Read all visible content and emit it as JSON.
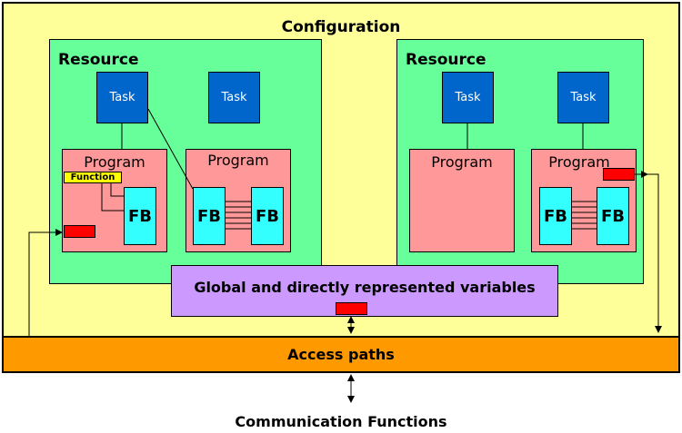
{
  "diagram": {
    "configuration_label": "Configuration",
    "resource_label": "Resource",
    "task_label": "Task",
    "program_label": "Program",
    "function_label": "Function",
    "fb_label": "FB",
    "global_label": "Global and directly represented variables",
    "access_label": "Access paths",
    "communication_label": "Communication Functions"
  },
  "colors": {
    "configuration": "#ffff99",
    "resource": "#66ff99",
    "task": "#0066cc",
    "program": "#ff9999",
    "fb": "#33ffff",
    "function": "#ffff00",
    "variable_access": "#ff0000",
    "global": "#cc99ff",
    "access_paths": "#ff9900"
  }
}
